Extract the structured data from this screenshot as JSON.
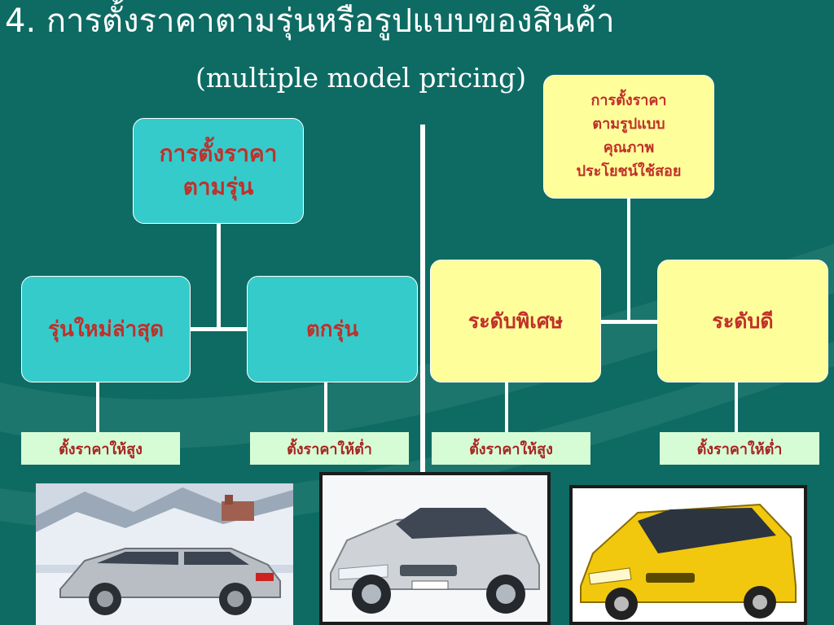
{
  "slide": {
    "title": "4. การตั้งราคาตามรุ่นหรือรูปแบบของสินค้า",
    "subtitle": "(multiple model pricing)"
  },
  "left_tree": {
    "root": {
      "line1": "การตั้งราคา",
      "line2": "ตามรุ่น"
    },
    "child_left": "รุ่นใหม่ล่าสุด",
    "child_right": "ตกรุ่น",
    "label_left": "ตั้งราคาให้สูง",
    "label_right": "ตั้งราคาให้ต่ำ"
  },
  "right_tree": {
    "root": {
      "line1": "การตั้งราคา",
      "line2": "ตามรูปแบบ",
      "line3": "คุณภาพ",
      "line4": "ประโยชน์ใช้สอย"
    },
    "child_left": "ระดับพิเศษ",
    "child_right": "ระดับดี",
    "label_left": "ตั้งราคาให้สูง",
    "label_right": "ตั้งราคาให้ต่ำ"
  },
  "photos": [
    {
      "icon": "silver-wagon-car-icon",
      "color": "#c9ccd0"
    },
    {
      "icon": "silver-sedan-car-icon",
      "color": "#d4d7da"
    },
    {
      "icon": "yellow-hatchback-car-icon",
      "color": "#f4cc10"
    }
  ],
  "colors": {
    "background": "#0e6b63",
    "teal_box": "#35cbcb",
    "yellow_box": "#fefe9a",
    "label_bg": "#d6fcd6",
    "box_text": "#c0302a"
  }
}
